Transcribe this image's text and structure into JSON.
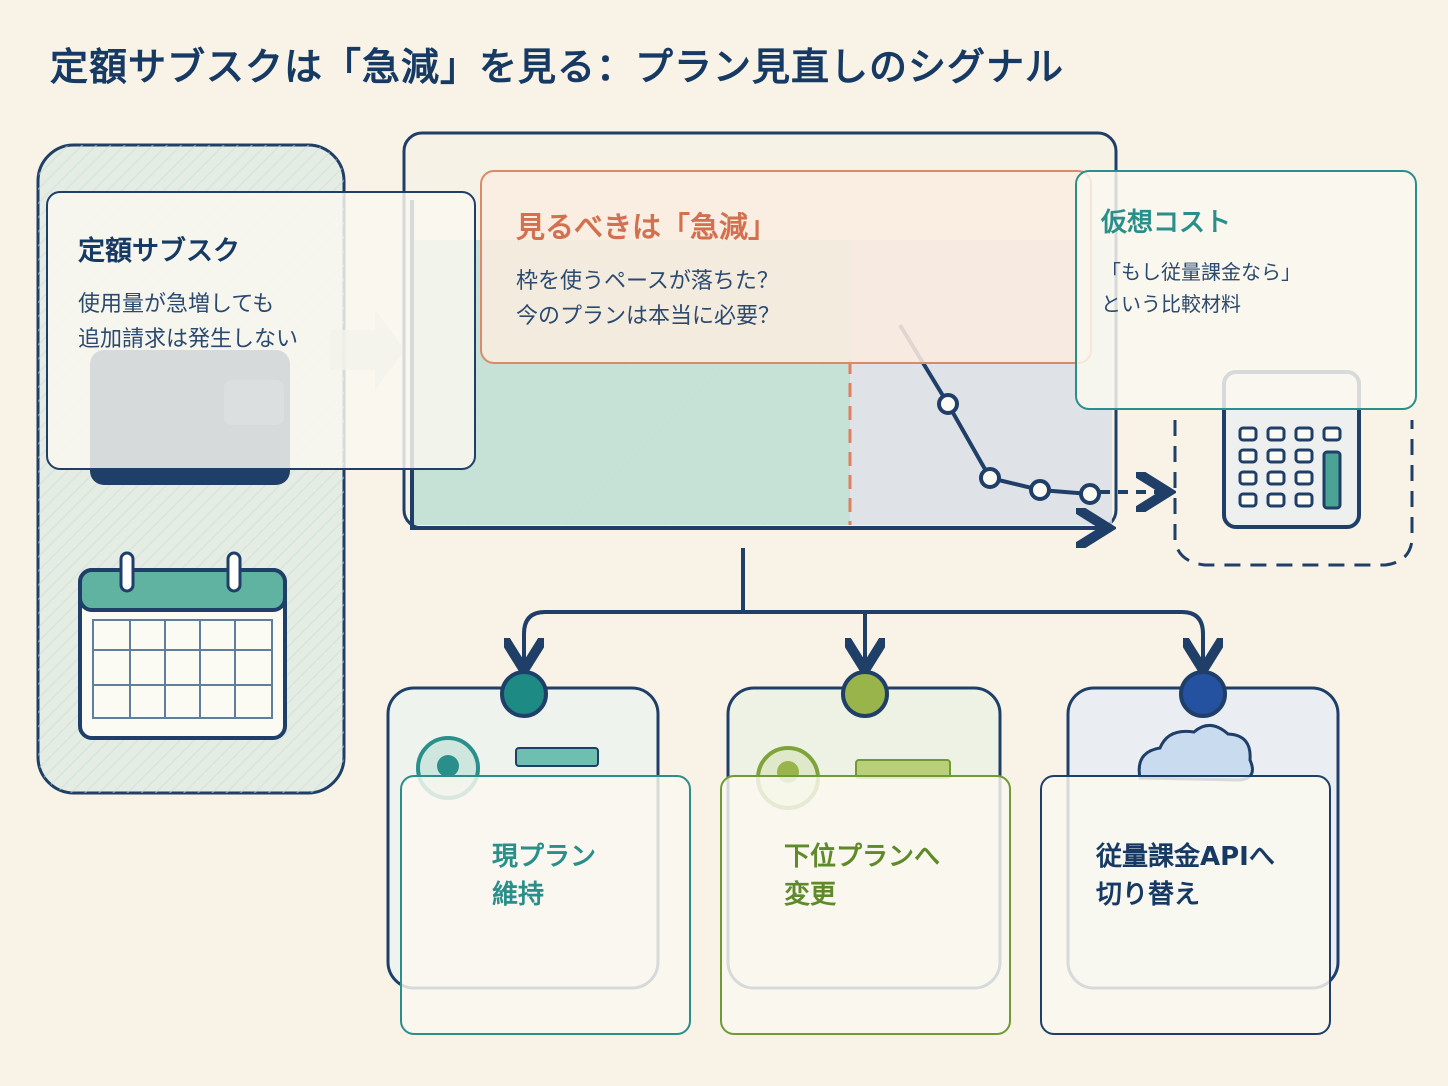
{
  "title": "定額サブスクは「急減」を見る：プラン見直しのシグナル",
  "colors": {
    "navy": "#1f3f68",
    "teal": "#2a8f8a",
    "green": "#7fa33b",
    "blue": "#2452a0",
    "coral": "#d98a6a",
    "paper": "#f8f3e6"
  },
  "icons": [
    "wallet-icon",
    "calendar-icon",
    "arrow-right-icon",
    "calculator-icon",
    "coin-icon",
    "user-avatar-icon",
    "checkmark-icon",
    "down-arrow-icon",
    "cloud-icon",
    "refresh-icon"
  ],
  "cards": {
    "flat": {
      "heading": "定額サブスク",
      "line1": "使用量が急増しても",
      "line2": "追加請求は発生しない"
    },
    "drop": {
      "heading": "見るべきは「急減」",
      "line1": "枠を使うペースが落ちた？",
      "line2": "今のプランは本当に必要？"
    },
    "virtual": {
      "heading": "仮想コスト",
      "line1": "「もし従量課金なら」",
      "line2": "という比較材料"
    }
  },
  "options": [
    {
      "line1": "現プラン",
      "line2": "維持",
      "color": "#2a8f8a"
    },
    {
      "line1": "下位プランへ",
      "line2": "変更",
      "color": "#7fa33b"
    },
    {
      "line1": "従量課金APIへ",
      "line2": "切り替え",
      "color": "#2452a0"
    }
  ]
}
